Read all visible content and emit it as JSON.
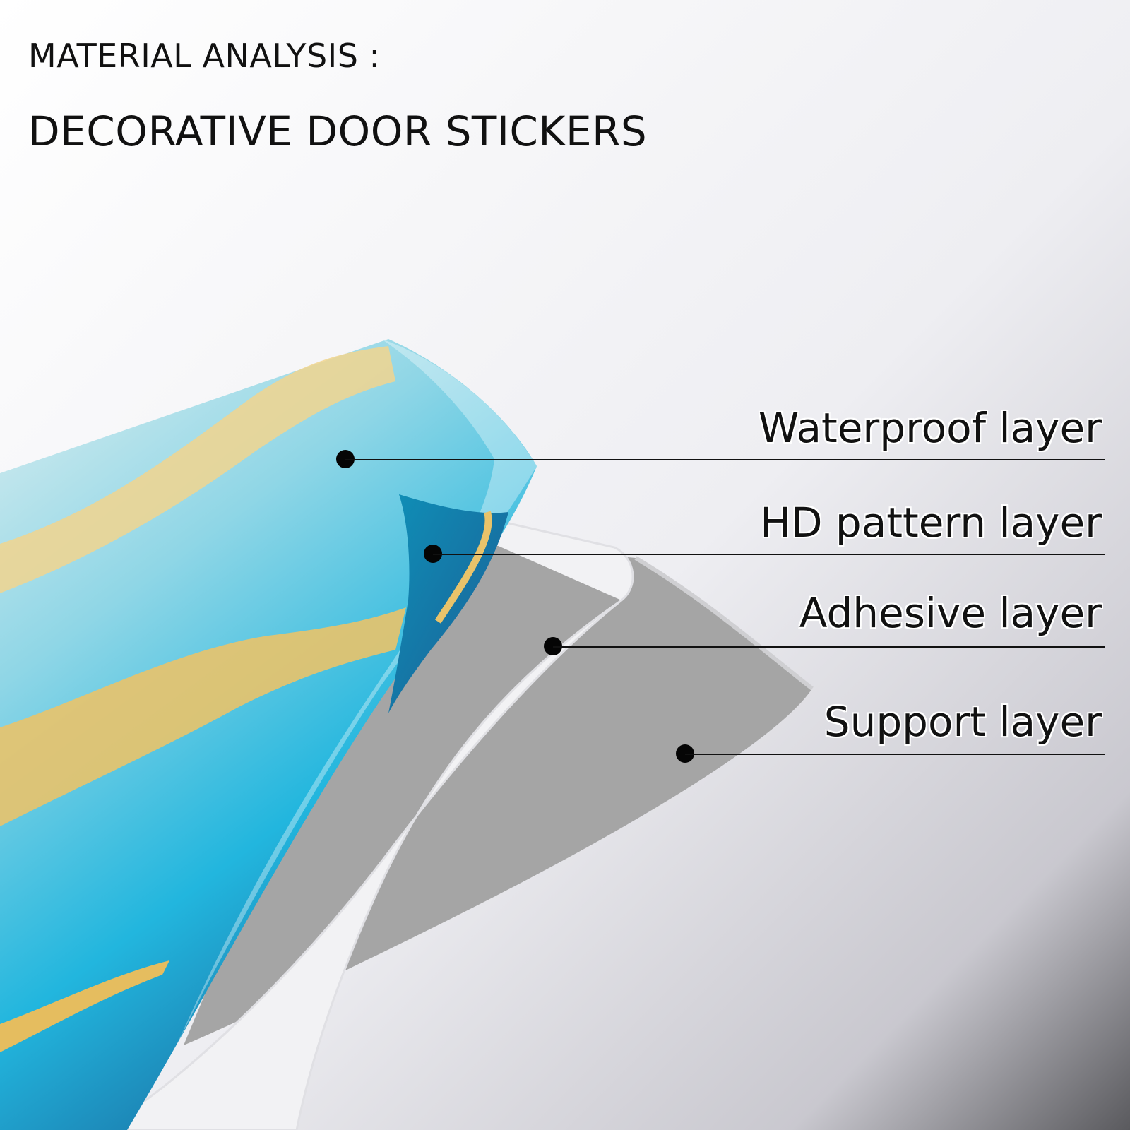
{
  "header": {
    "line1": "MATERIAL ANALYSIS :",
    "line2": "DECORATIVE DOOR STICKERS"
  },
  "callouts": [
    {
      "label": "Waterproof layer"
    },
    {
      "label": "HD pattern layer"
    },
    {
      "label": "Adhesive layer"
    },
    {
      "label": "Support layer"
    }
  ],
  "colors": {
    "text": "#111111",
    "marble_teal": "#2aa8cf",
    "marble_gold": "#e9c36a",
    "support_gray": "#a5a5a5"
  }
}
